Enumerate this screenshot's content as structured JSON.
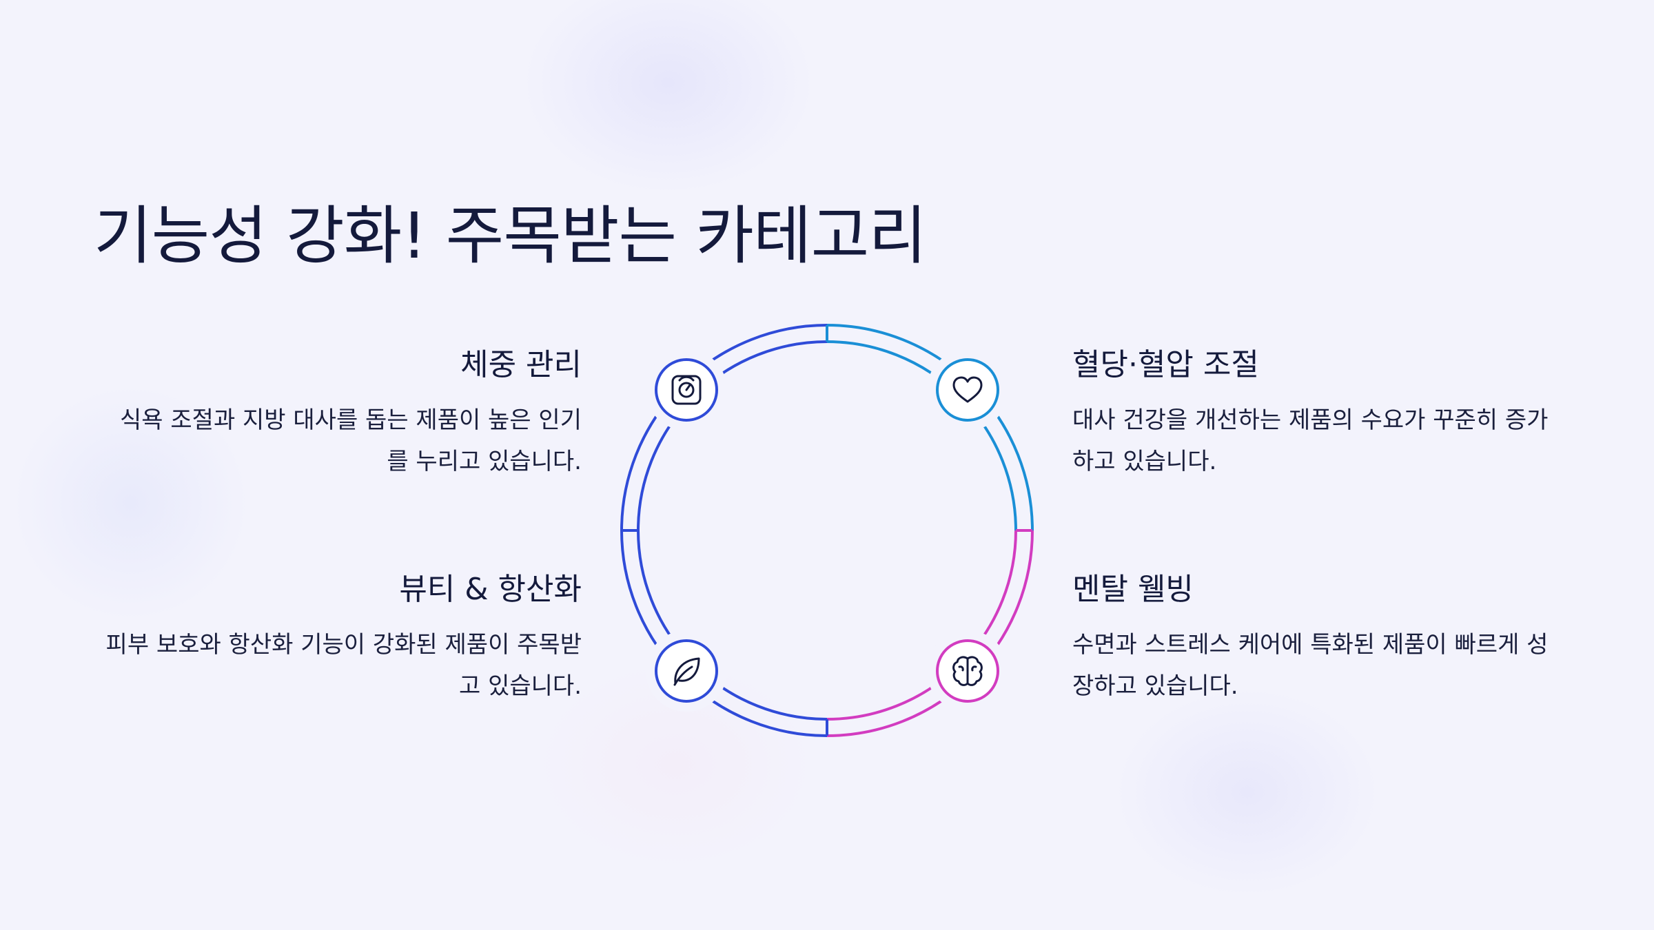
{
  "title": "기능성 강화! 주목받는 카테고리",
  "colors": {
    "background": "#f3f3fc",
    "text": "#141a3c",
    "ring_blue": "#2f4bd8",
    "ring_cyan": "#1a8fd6",
    "ring_magenta": "#d23cc0"
  },
  "categories": [
    {
      "id": "weight",
      "heading": "체중 관리",
      "description": "식욕 조절과 지방 대사를 돕는 제품이 높은 인기를 누리고 있습니다.",
      "icon": "scale-icon",
      "color": "#2f4bd8"
    },
    {
      "id": "blood",
      "heading": "혈당·혈압 조절",
      "description": "대사 건강을 개선하는 제품의 수요가 꾸준히 증가하고 있습니다.",
      "icon": "heart-icon",
      "color": "#1a8fd6"
    },
    {
      "id": "beauty",
      "heading": "뷰티 & 항산화",
      "description": "피부 보호와 항산화 기능이 강화된 제품이 주목받고 있습니다.",
      "icon": "leaf-icon",
      "color": "#2f4bd8"
    },
    {
      "id": "mental",
      "heading": "멘탈 웰빙",
      "description": "수면과 스트레스 케어에 특화된 제품이 빠르게 성장하고 있습니다.",
      "icon": "brain-icon",
      "color": "#d23cc0"
    }
  ]
}
